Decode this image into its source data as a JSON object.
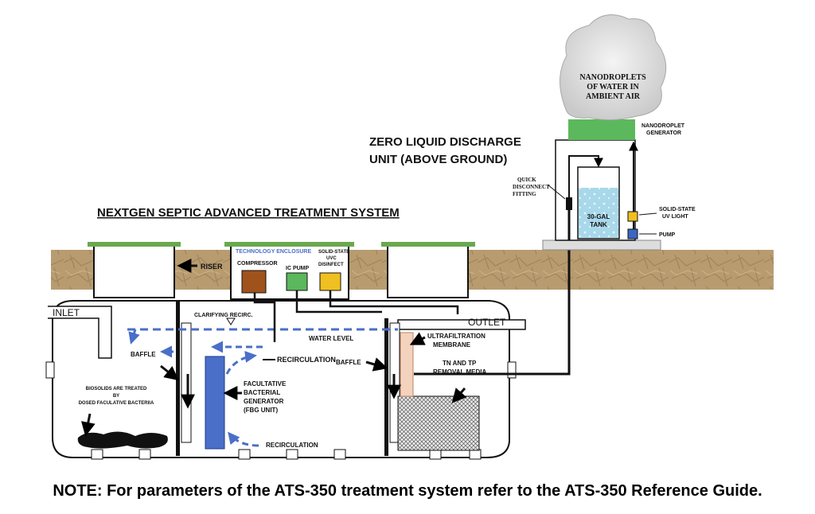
{
  "titles": {
    "zld_line1": "ZERO LIQUID DISCHARGE",
    "zld_line2": "UNIT (ABOVE GROUND)",
    "main": "NEXTGEN SEPTIC ADVANCED TREATMENT SYSTEM"
  },
  "zld": {
    "cloud_line1": "NANODROPLETS",
    "cloud_line2": "OF WATER IN",
    "cloud_line3": "AMBIENT AIR",
    "generator_line1": "NANODROPLET",
    "generator_line2": "GENERATOR",
    "quick_line1": "QUICK",
    "quick_line2": "DISCONNECT",
    "quick_line3": "FITTING",
    "tank_line1": "30-GAL",
    "tank_line2": "TANK",
    "uv_line1": "SOLID-STATE",
    "uv_line2": "UV LIGHT",
    "pump": "PUMP"
  },
  "enclosure": {
    "title": "TECHNOLOGY ENCLOSURE",
    "compressor": "COMPRESSOR",
    "ic_pump": "IC PUMP",
    "uvc_line1": "SOLID-STATE",
    "uvc_line2": "UVC",
    "uvc_line3": "DISINFECT"
  },
  "tank": {
    "riser": "RISER",
    "inlet": "INLET",
    "outlet": "OUTLET",
    "clarifying": "CLARIFYING RECIRC.",
    "water_level": "WATER LEVEL",
    "baffle_left": "BAFFLE",
    "baffle_right": "BAFFLE",
    "recirc_top": "RECIRCULATION",
    "recirc_bottom": "RECIRCULATION",
    "fbg_line1": "FACULTATIVE",
    "fbg_line2": "BACTERIAL",
    "fbg_line3": "GENERATOR",
    "fbg_line4": "(FBG UNIT)",
    "bio_line1": "BIOSOLIDS ARE TREATED",
    "bio_line2": "BY",
    "bio_line3": "DOSED FACULATIVE BACTERIIA",
    "uf_line1": "ULTRAFILTRATION",
    "uf_line2": "MEMBRANE",
    "media_line1": "TN AND TP",
    "media_line2": "REMOVAL MEDIA"
  },
  "note": "NOTE: For parameters of the ATS-350 treatment system refer to the ATS-350 Reference Guide.",
  "colors": {
    "soil": "#b79a6e",
    "grass": "#6aa84f",
    "compressor": "#a0521d",
    "ic_pump": "#5cb85c",
    "uvc": "#f0c020",
    "fbg": "#4a6fc9",
    "recirc_arrow": "#4a6fc9",
    "enclosure_title": "#4a6fc9",
    "tank_water": "#a8d8ea",
    "zld_generator": "#5cb85c",
    "uv_light": "#f0c020",
    "pump": "#3a66c4"
  }
}
